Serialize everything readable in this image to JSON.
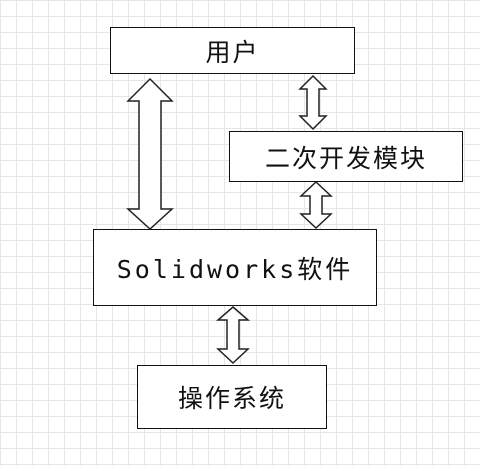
{
  "diagram": {
    "boxes": {
      "user": "用户",
      "dev_module": "二次开发模块",
      "solidworks": "Solidworks软件",
      "os": "操作系统"
    },
    "edges": [
      {
        "from": "user",
        "to": "solidworks",
        "type": "bidirectional"
      },
      {
        "from": "user",
        "to": "dev_module",
        "type": "bidirectional"
      },
      {
        "from": "dev_module",
        "to": "solidworks",
        "type": "bidirectional"
      },
      {
        "from": "solidworks",
        "to": "os",
        "type": "bidirectional"
      }
    ]
  }
}
